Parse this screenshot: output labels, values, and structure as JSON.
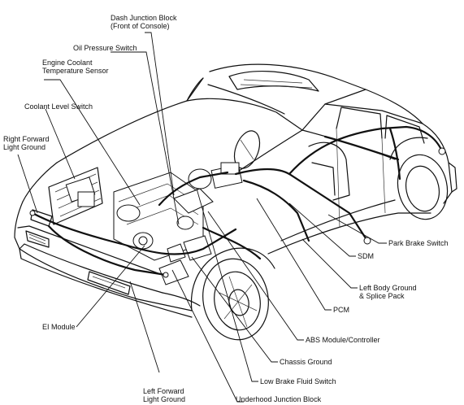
{
  "labels": {
    "dash_junction_block": {
      "line1": "Dash Junction Block",
      "line2": "(Front of Console)"
    },
    "oil_pressure_switch": {
      "line1": "Oil Pressure Switch"
    },
    "engine_coolant_temp_sensor": {
      "line1": "Engine Coolant",
      "line2": "Temperature Sensor"
    },
    "coolant_level_switch": {
      "line1": "Coolant Level Switch"
    },
    "right_forward_light_ground": {
      "line1": "Right Forward",
      "line2": "Light Ground"
    },
    "park_brake_switch": {
      "line1": "Park Brake Switch"
    },
    "sdm": {
      "line1": "SDM"
    },
    "left_body_ground_splice_pack": {
      "line1": "Left Body Ground",
      "line2": "& Splice Pack"
    },
    "pcm": {
      "line1": "PCM"
    },
    "abs_module_controller": {
      "line1": "ABS Module/Controller"
    },
    "chassis_ground": {
      "line1": "Chassis Ground"
    },
    "low_brake_fluid_switch": {
      "line1": "Low Brake Fluid Switch"
    },
    "underhood_junction_block": {
      "line1": "Underhood Junction Block"
    },
    "left_forward_light_ground": {
      "line1": "Left Forward",
      "line2": "Light Ground"
    },
    "ei_module": {
      "line1": "EI Module"
    }
  }
}
